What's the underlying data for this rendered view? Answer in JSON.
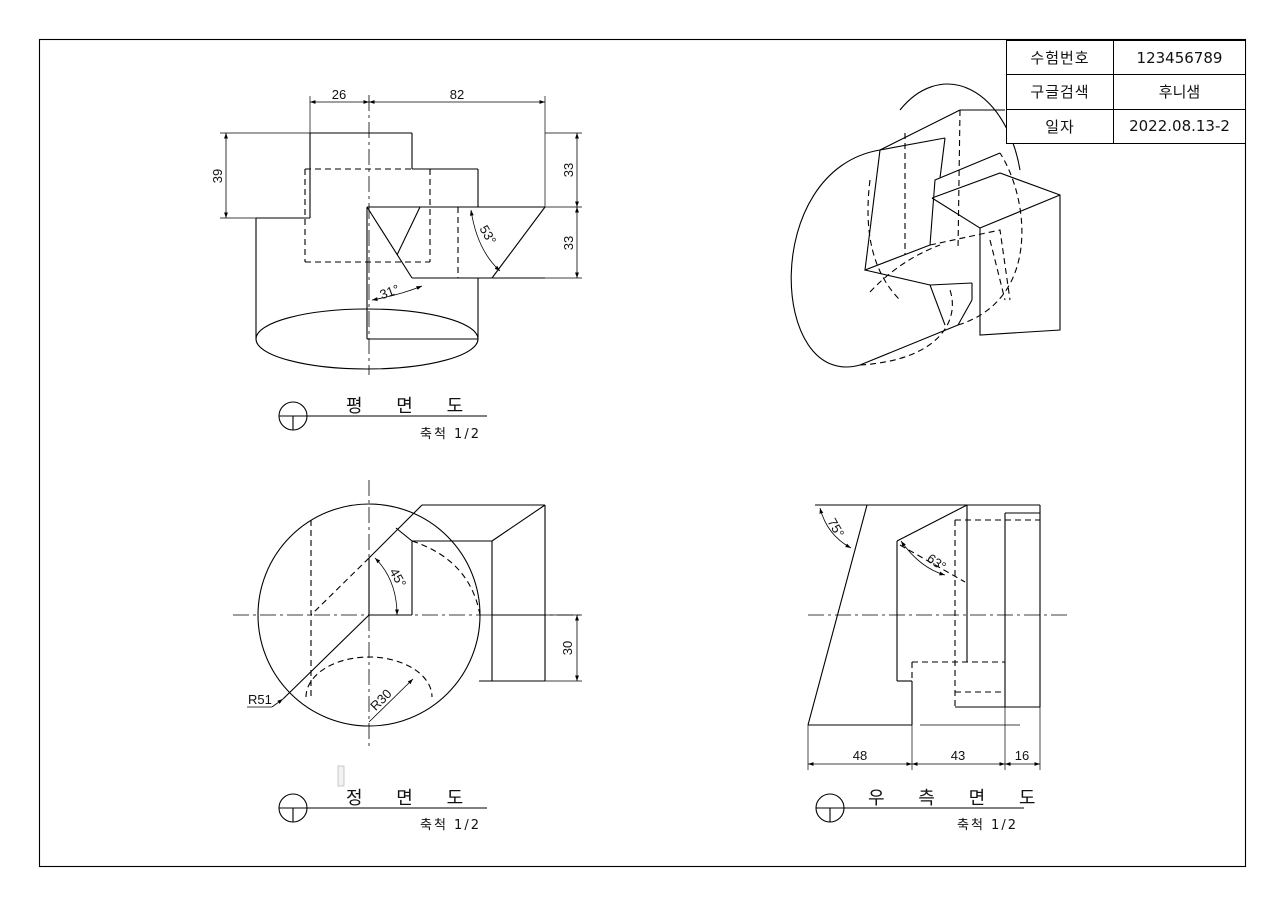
{
  "title_block": {
    "rows": [
      {
        "key": "수험번호",
        "value": "123456789"
      },
      {
        "key": "구글검색",
        "value": "후니샘"
      },
      {
        "key": "일자",
        "value": "2022.08.13-2"
      }
    ]
  },
  "views": {
    "plan": {
      "title": "평 면 도",
      "scale": "축척 1/2"
    },
    "front": {
      "title": "정 면 도",
      "scale": "축척 1/2"
    },
    "right": {
      "title": "우 측 면 도",
      "scale": "축척 1/2"
    }
  },
  "dimensions": {
    "plan": {
      "d26": "26",
      "d82": "82",
      "d39": "39",
      "d33a": "33",
      "d33b": "33",
      "a53": "53°",
      "a31": "31°"
    },
    "front": {
      "a45": "45°",
      "d30": "30",
      "r51": "R51",
      "r30": "R30"
    },
    "right": {
      "a75": "75°",
      "a63": "63°",
      "d48": "48",
      "d43": "43",
      "d16": "16"
    }
  }
}
